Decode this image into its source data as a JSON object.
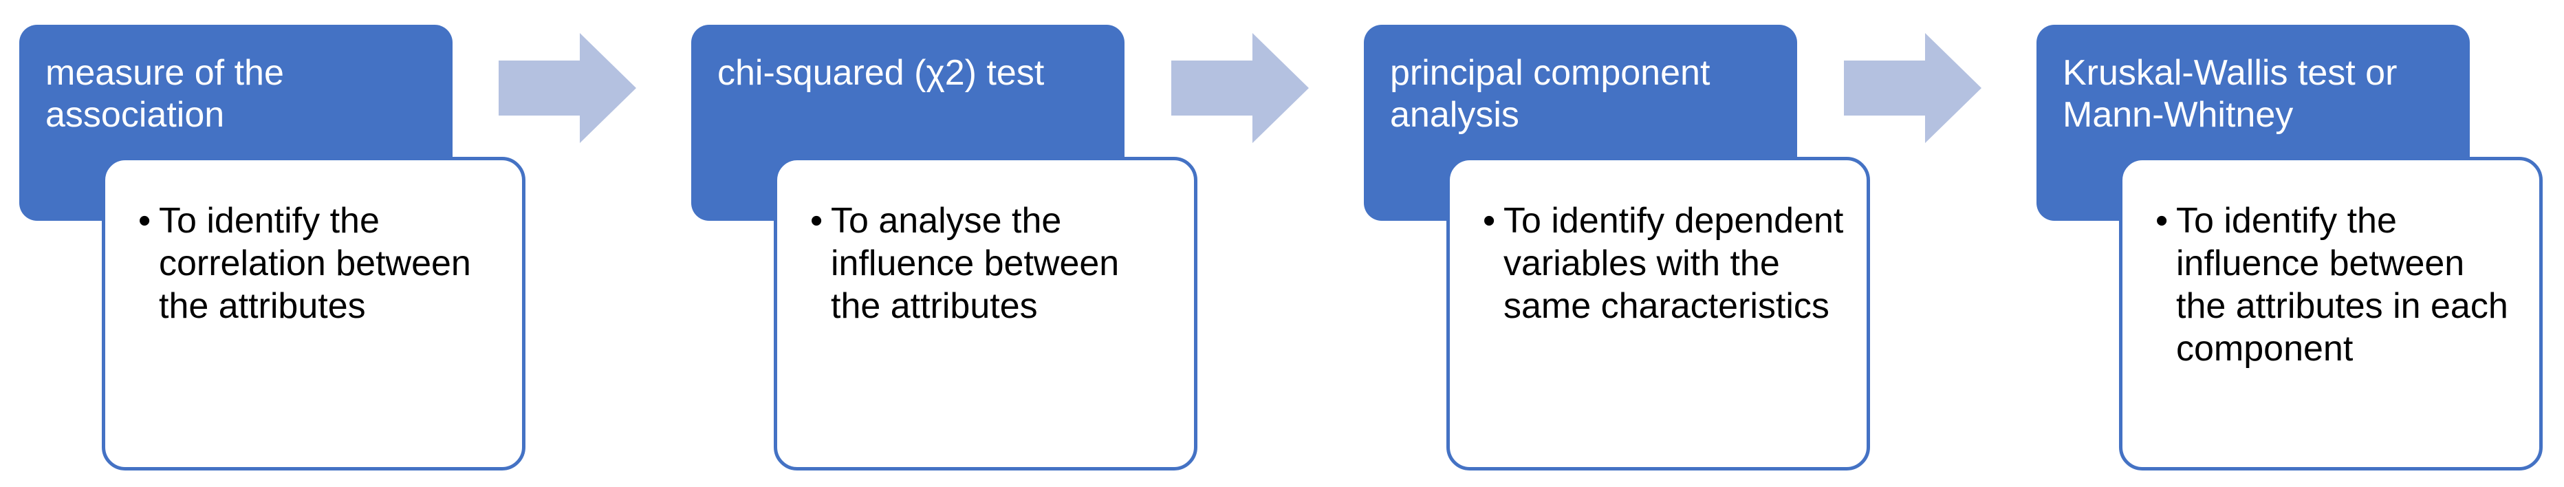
{
  "colors": {
    "header_fill": "#4472C4",
    "arrow_fill": "#B4C1E0",
    "detail_border": "#4472C4"
  },
  "bullet_glyph": "•",
  "steps": [
    {
      "header": "measure of the association",
      "detail": "To identify the correlation between the attributes"
    },
    {
      "header": "chi-squared (χ2) test",
      "detail": "To analyse the influence between the attributes"
    },
    {
      "header": "principal component analysis",
      "detail": "To identify dependent variables with the same characteristics"
    },
    {
      "header": "Kruskal-Wallis test or Mann-Whitney",
      "detail": "To identify the influence between the attributes in each component"
    }
  ]
}
